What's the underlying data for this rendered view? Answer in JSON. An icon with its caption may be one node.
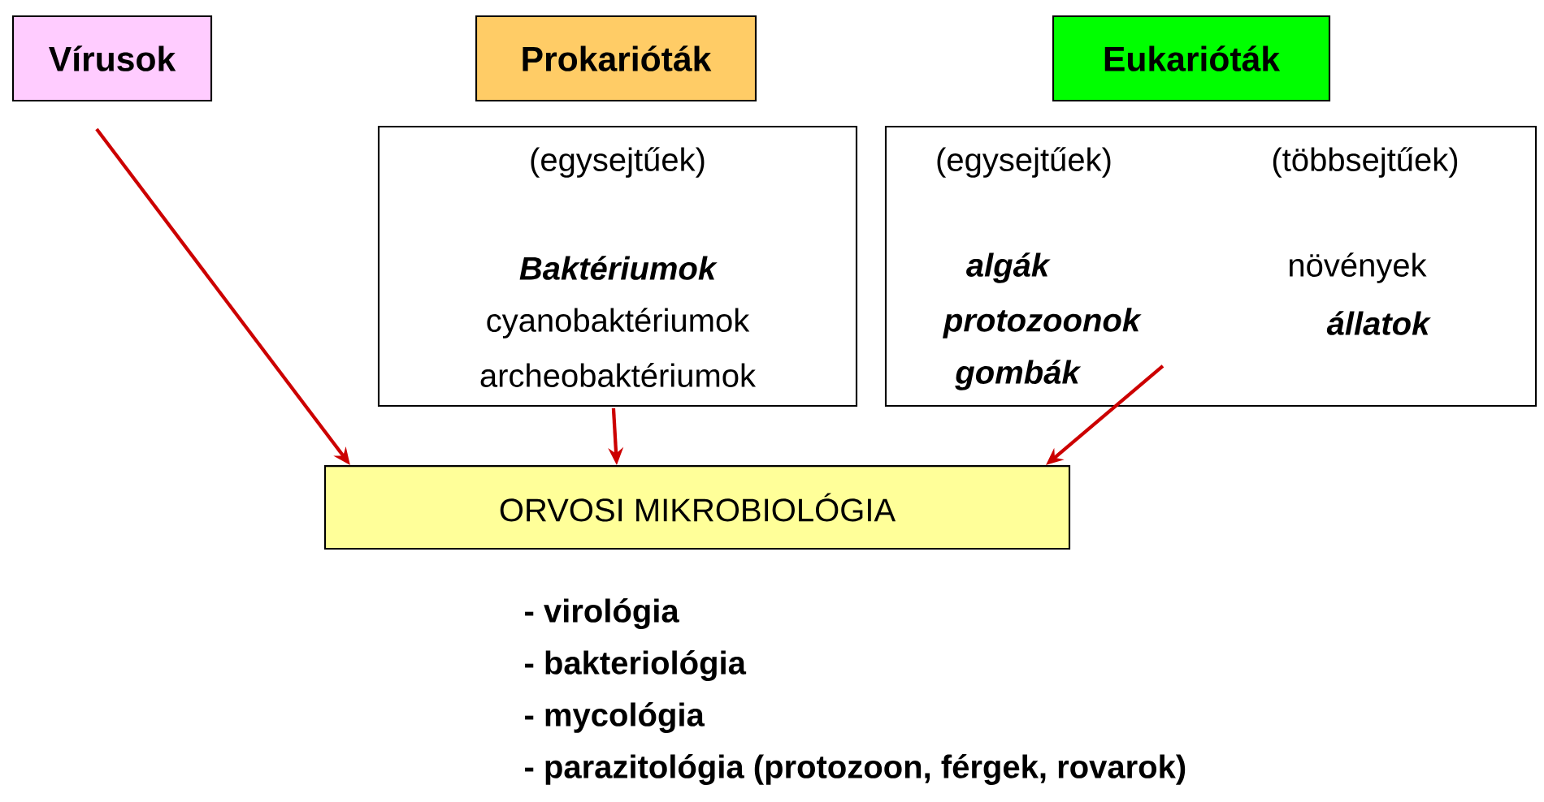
{
  "diagram": {
    "nodes": [
      {
        "text": [
          "Vírusok"
        ]
      },
      {
        "text": [
          "Prokarióták"
        ]
      },
      {
        "text": [
          "Eukarióták"
        ]
      },
      {
        "text": [
          "(egysejtűek)",
          "Baktériumok",
          "cyanobaktériumok",
          "archeobaktériumok"
        ]
      },
      {
        "text": [
          "(egysejtűek)",
          "(többsejtűek)",
          "algák",
          "protozoonok",
          "gombák",
          "növények",
          "állatok"
        ]
      },
      {
        "text": [
          "ORVOSI MIKROBIOLÓGIA"
        ]
      }
    ],
    "edges": [
      {
        "from": 0,
        "to": 5,
        "arrow": "to"
      },
      {
        "from": 3,
        "to": 5,
        "arrow": "to"
      },
      {
        "from": 4,
        "to": 5,
        "arrow": "to"
      }
    ],
    "labels": [
      "- virológia",
      "- bakteriológia",
      "- mycológia",
      "- parazitológia (protozoon, férgek, rovarok)"
    ]
  }
}
